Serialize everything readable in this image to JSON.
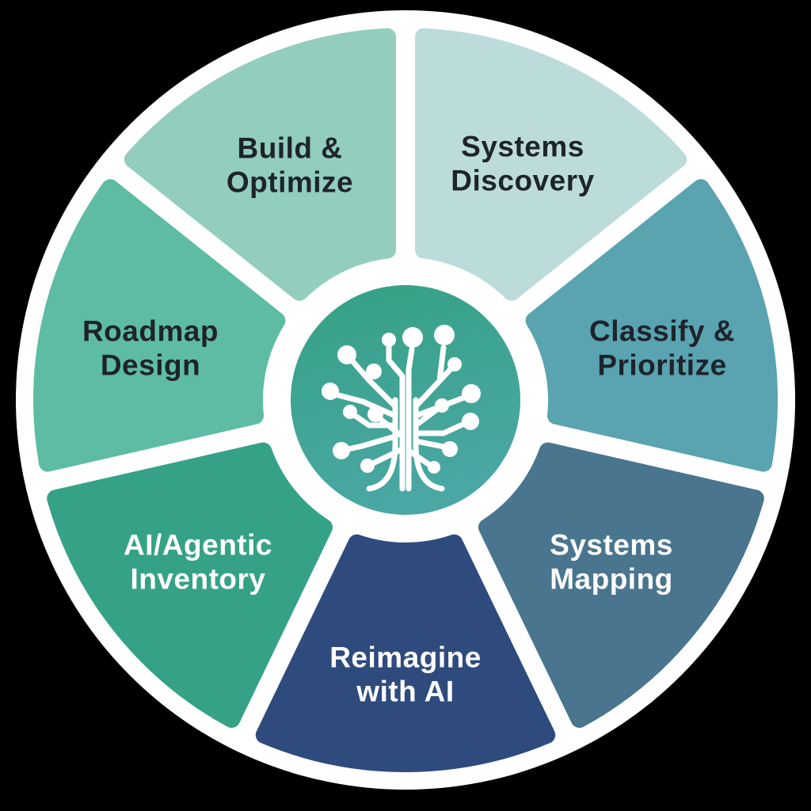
{
  "wheel": {
    "background_color": "#000000",
    "ring_color": "#ffffff",
    "center": {
      "icon": "circuit-tree-icon",
      "icon_color": "#ffffff",
      "gradient_top": "#35a184",
      "gradient_bottom": "#4aa7a4"
    },
    "segments": [
      {
        "id": "systems-discovery",
        "label_lines": [
          "Systems",
          "Discovery"
        ],
        "color": "#bcdcdb",
        "text_color": "#1d242b"
      },
      {
        "id": "classify-prioritize",
        "label_lines": [
          "Classify &",
          "Prioritize"
        ],
        "color": "#5aa3b0",
        "text_color": "#1d242b"
      },
      {
        "id": "systems-mapping",
        "label_lines": [
          "Systems",
          "Mapping"
        ],
        "color": "#49758f",
        "text_color": "#ffffff"
      },
      {
        "id": "reimagine-with-ai",
        "label_lines": [
          "Reimagine",
          "with AI"
        ],
        "color": "#2f4b7e",
        "text_color": "#ffffff"
      },
      {
        "id": "ai-agentic-inventory",
        "label_lines": [
          "AI/Agentic",
          "Inventory"
        ],
        "color": "#35a287",
        "text_color": "#ffffff"
      },
      {
        "id": "roadmap-design",
        "label_lines": [
          "Roadmap",
          "Design"
        ],
        "color": "#5fbca4",
        "text_color": "#1d242b"
      },
      {
        "id": "build-optimize",
        "label_lines": [
          "Build &",
          "Optimize"
        ],
        "color": "#93cdbd",
        "text_color": "#1d242b"
      }
    ]
  }
}
